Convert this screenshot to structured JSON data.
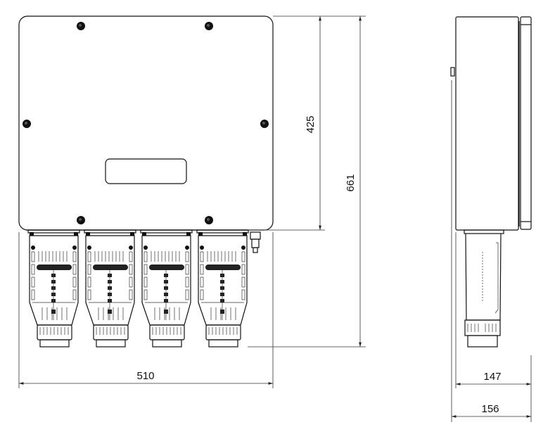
{
  "dimensions": {
    "front_width": "510",
    "body_height": "425",
    "total_height": "661",
    "side_depth_body": "147",
    "side_depth_total": "156"
  },
  "front_view": {
    "connector_modules": 4,
    "bolts": 6
  }
}
